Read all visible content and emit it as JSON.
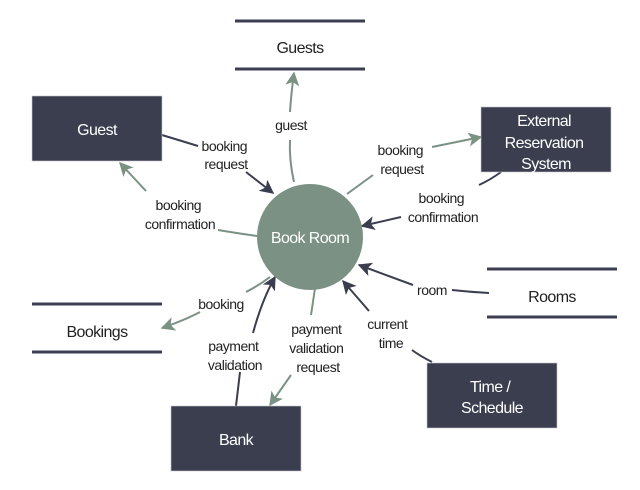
{
  "diagram": {
    "type": "data-flow-diagram",
    "colors": {
      "entity_fill": "#3b3e4f",
      "process_fill": "#7a9183",
      "store_line": "#3b3e4f",
      "flow_in": "#3b3e4f",
      "flow_out": "#7a9183",
      "text_dark": "#222222",
      "text_light": "#ffffff"
    },
    "process": {
      "label": "Book Room"
    },
    "entities": {
      "guest": {
        "label": "Guest"
      },
      "external": {
        "lines": [
          "External",
          "Reservation",
          "System"
        ]
      },
      "bank": {
        "label": "Bank"
      },
      "time": {
        "lines": [
          "Time /",
          "Schedule"
        ]
      }
    },
    "stores": {
      "guests": {
        "label": "Guests"
      },
      "rooms": {
        "label": "Rooms"
      },
      "bookings": {
        "label": "Bookings"
      }
    },
    "flows": {
      "guest_request": {
        "lines": [
          "booking",
          "request"
        ],
        "direction": "Guest → Book Room"
      },
      "guest_confirmation": {
        "lines": [
          "booking",
          "confirmation"
        ],
        "direction": "Book Room → Guest"
      },
      "to_guests_store": {
        "lines": [
          "guest"
        ],
        "direction": "Book Room → Guests"
      },
      "ext_request": {
        "lines": [
          "booking",
          "request"
        ],
        "direction": "Book Room → External Reservation System"
      },
      "ext_confirmation": {
        "lines": [
          "booking",
          "confirmation"
        ],
        "direction": "External Reservation System → Book Room"
      },
      "room": {
        "lines": [
          "room"
        ],
        "direction": "Rooms → Book Room"
      },
      "current_time": {
        "lines": [
          "current",
          "time"
        ],
        "direction": "Time / Schedule → Book Room"
      },
      "payment_request": {
        "lines": [
          "payment",
          "validation",
          "request"
        ],
        "direction": "Book Room → Bank"
      },
      "payment_validation": {
        "lines": [
          "payment",
          "validation"
        ],
        "direction": "Bank → Book Room"
      },
      "booking": {
        "lines": [
          "booking"
        ],
        "direction": "Book Room → Bookings"
      }
    }
  }
}
